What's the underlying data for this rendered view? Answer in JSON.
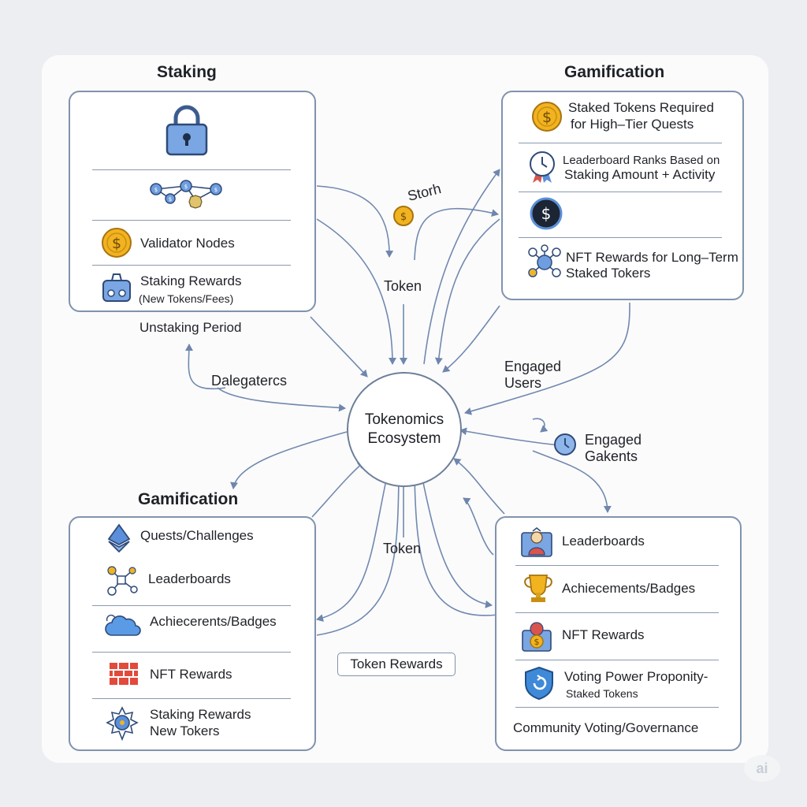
{
  "staking": {
    "title": "Staking",
    "items": [
      {
        "icon": "lock-icon",
        "text": ""
      },
      {
        "icon": "token-network-icon",
        "text": ""
      },
      {
        "icon": "coin-dollar-icon",
        "text": "Validator Nodes"
      },
      {
        "icon": "robot-wallet-icon",
        "text": "Staking Rewards",
        "sub": "(New Tokens/Fees)"
      }
    ],
    "footer": "Unstaking Period"
  },
  "gamification_top": {
    "title": "Gamification",
    "items": [
      {
        "icon": "gold-coin-icon",
        "line1": "Staked Tokens Required",
        "line2": "for High–Tier Quests"
      },
      {
        "icon": "clock-medal-icon",
        "line1": "Leaderboard Ranks Based on",
        "line2": "Staking Amount + Activity"
      },
      {
        "icon": "dark-coin-icon",
        "line1": "",
        "line2": ""
      },
      {
        "icon": "nft-network-icon",
        "line1": "NFT Rewards for Long–Term",
        "line2": "Staked Tokers"
      }
    ]
  },
  "gamification_bottom": {
    "title": "Gamification",
    "items": [
      {
        "icon": "ethereum-icon",
        "line1": "Quests/Challenges",
        "line2": ""
      },
      {
        "icon": "network-nodes-icon",
        "line1": "Leaderboards",
        "line2": ""
      },
      {
        "icon": "cloud-icon",
        "line1": "Achiecerents/Badges",
        "line2": ""
      },
      {
        "icon": "brick-icon",
        "line1": "NFT Rewards",
        "line2": ""
      },
      {
        "icon": "gear-star-icon",
        "line1": "Staking Rewards",
        "line2": "New Tokers"
      }
    ]
  },
  "governance": {
    "items": [
      {
        "icon": "leaderboard-podium-icon",
        "line1": "Leaderboards",
        "line2": ""
      },
      {
        "icon": "trophy-icon",
        "line1": "Achiecements/Badges",
        "line2": ""
      },
      {
        "icon": "nft-coin-icon",
        "line1": "NFT Rewards",
        "line2": ""
      },
      {
        "icon": "shield-icon",
        "line1": "Voting Power Proponity-",
        "line2": "Staked Tokens"
      }
    ],
    "footer": "Community Voting/Governance"
  },
  "center": {
    "line1": "Tokenomics",
    "line2": "Ecosystem"
  },
  "flow_labels": {
    "storh": "Storh",
    "token_top": "Token",
    "delegators": "Dalegatercs",
    "engaged_users_1": "Engaged",
    "engaged_users_2": "Users",
    "engaged_gakents_1": "Engaged",
    "engaged_gakents_2": "Gakents",
    "token_bottom": "Token",
    "token_rewards": "Token Rewards"
  },
  "watermark": "ai",
  "colors": {
    "arrow": "#6f86ad",
    "border": "#8093ac",
    "coin": "#f2b320",
    "blue": "#5b8fd9",
    "dark": "#1c2533"
  }
}
